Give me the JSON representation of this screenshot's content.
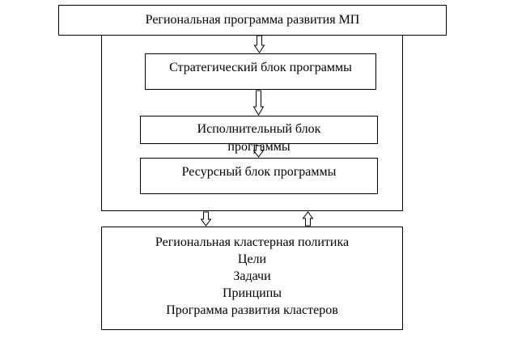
{
  "diagram": {
    "title_box": "Региональная программа развития МП",
    "strategic_block": "Стратегический блок программы",
    "executive_block_line1": "Исполнительный блок",
    "executive_block_line2": "программы",
    "resource_block": "Ресурсный блок программы",
    "cluster_policy": {
      "lines": [
        "Региональная кластерная политика",
        "Цели",
        "Задачи",
        "Принципы",
        "Программа развития кластеров"
      ]
    }
  },
  "colors": {
    "stroke": "#000000",
    "background": "#ffffff"
  }
}
